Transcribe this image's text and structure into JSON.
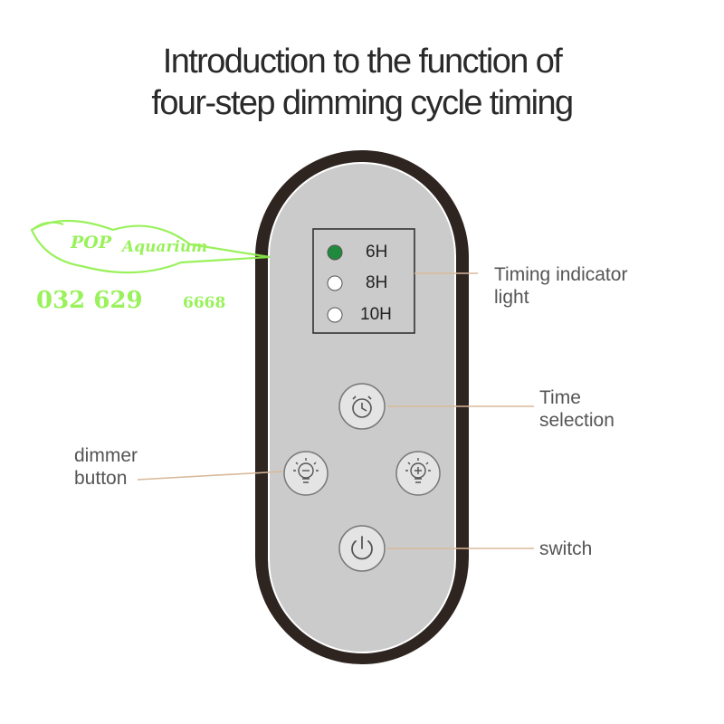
{
  "title": {
    "line1": "Introduction to the function of",
    "line2": "four-step dimming cycle timing"
  },
  "indicator": {
    "items": [
      {
        "label": "6H",
        "state": "on",
        "color": "#1f8a3b"
      },
      {
        "label": "8H",
        "state": "off",
        "color": "#ffffff"
      },
      {
        "label": "10H",
        "state": "off",
        "color": "#ffffff"
      }
    ]
  },
  "callouts": {
    "timing_line1": "Timing indicator",
    "timing_line2": "light",
    "time_line1": "Time",
    "time_line2": "selection",
    "dimmer_line1": "dimmer",
    "dimmer_line2": "button",
    "switch": "switch"
  },
  "buttons": {
    "timer_icon": "alarm-clock-icon",
    "dim_down_icon": "bulb-minus-icon",
    "dim_up_icon": "bulb-plus-icon",
    "power_icon": "power-icon"
  },
  "watermark": {
    "brand": "POP Aquarium",
    "phone_main": "032 629",
    "phone_tail": "6668"
  },
  "colors": {
    "remote_border": "#2e2420",
    "remote_face": "#cbcbcb",
    "leader_line": "#d8b99a",
    "watermark": "#8ef04a"
  }
}
